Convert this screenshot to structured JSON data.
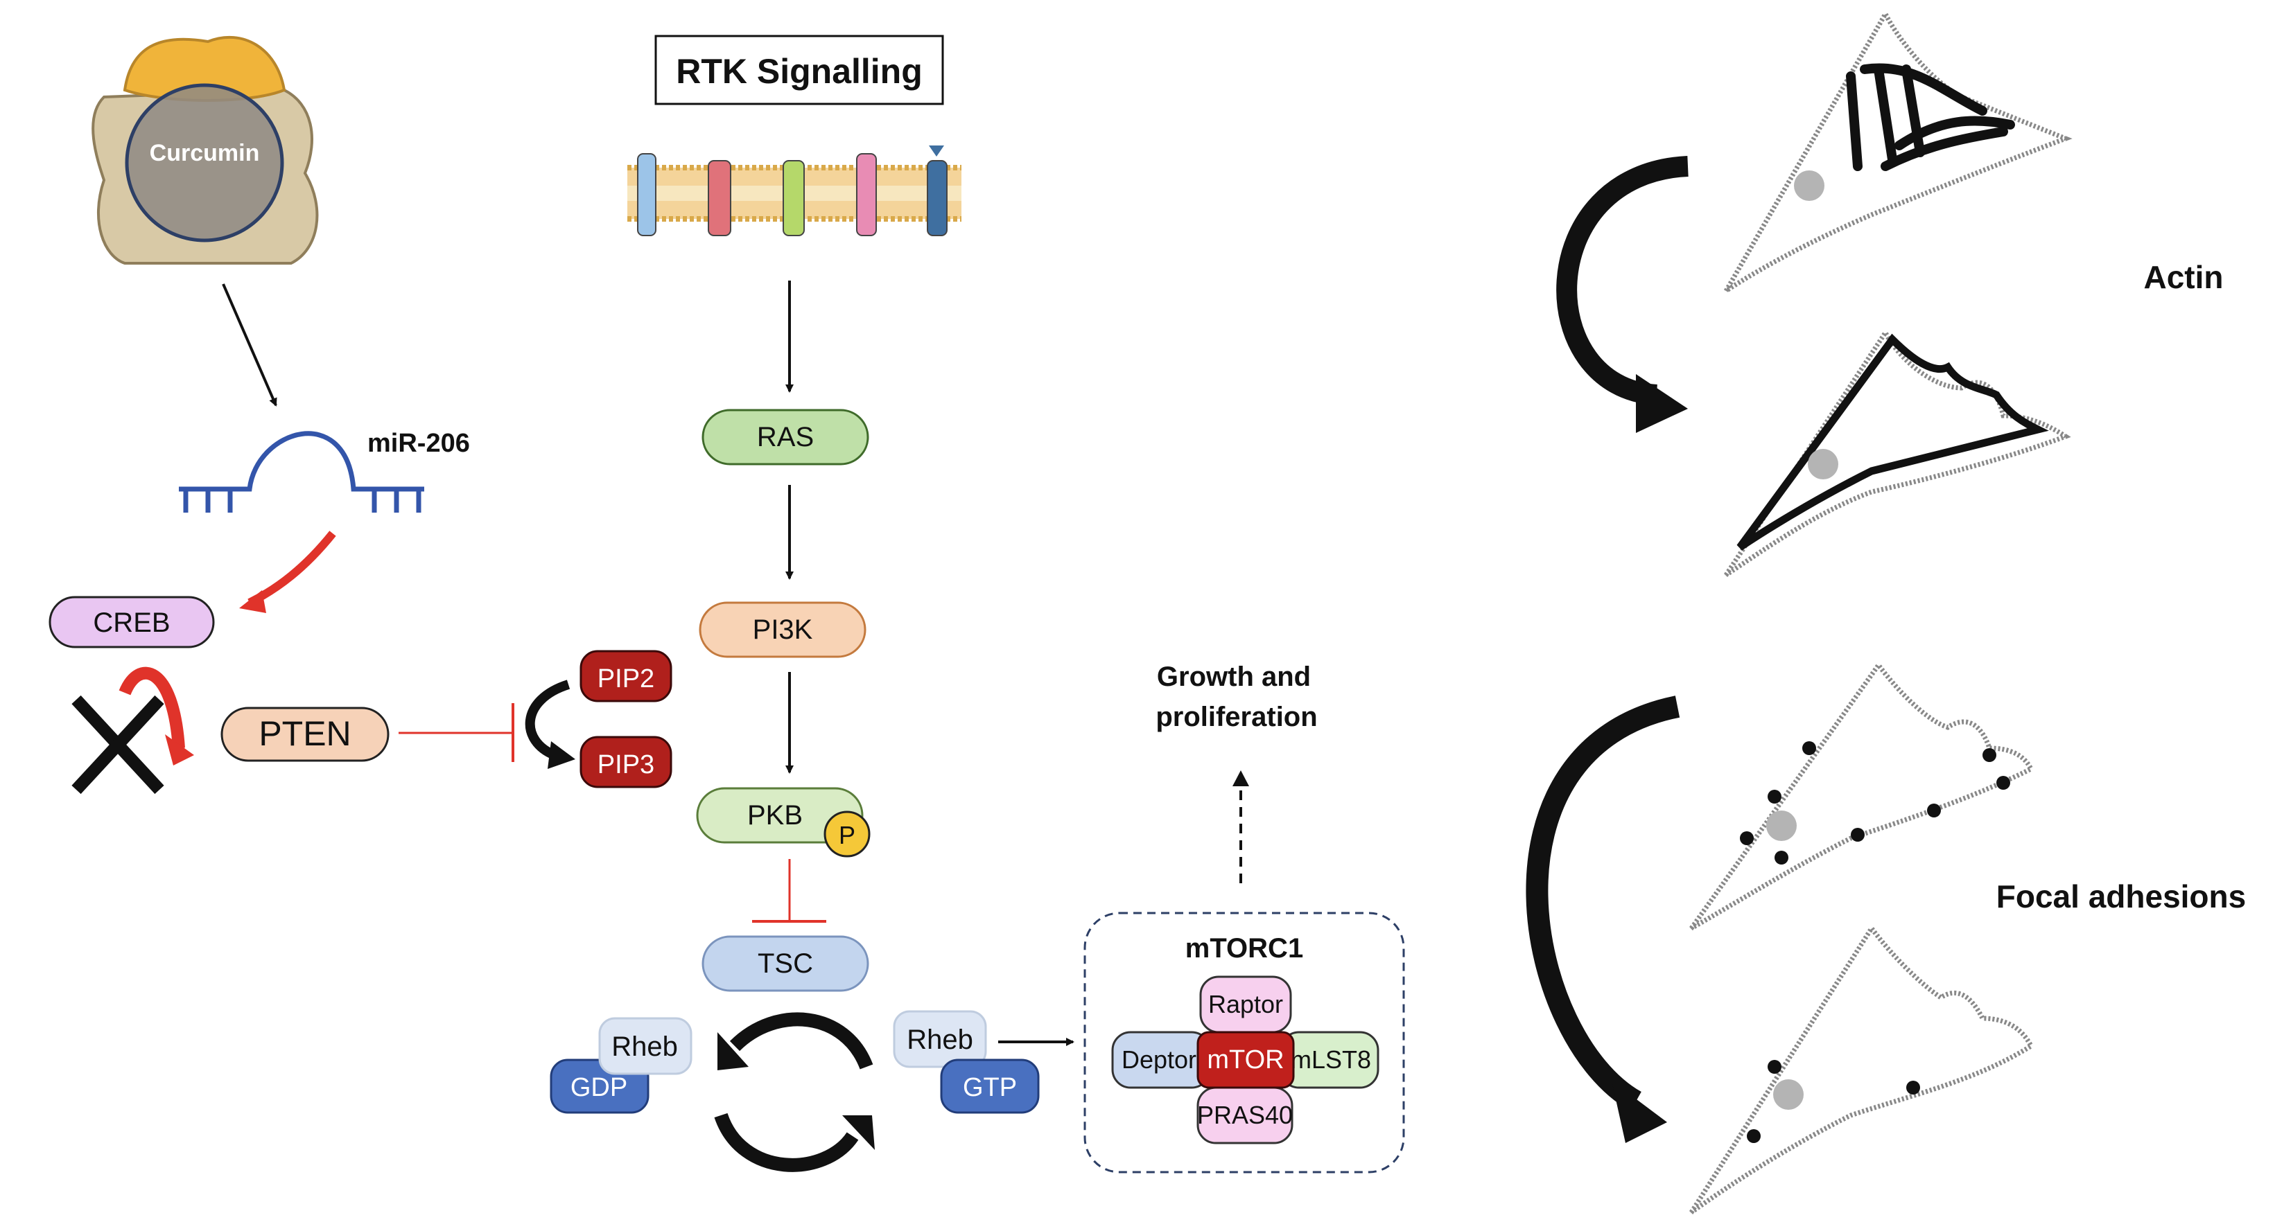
{
  "title": "RTK Signalling",
  "curcumin": "Curcumin",
  "mirna": "miR-206",
  "nodes": {
    "creb": "CREB",
    "pten": "PTEN",
    "pip2": "PIP2",
    "pip3": "PIP3",
    "ras": "RAS",
    "pi3k": "PI3K",
    "pkb": "PKB",
    "phospho": "P",
    "tsc": "TSC",
    "rheb_gdp_rheb": "Rheb",
    "gdp": "GDP",
    "rheb_gtp_rheb": "Rheb",
    "gtp": "GTP"
  },
  "growth": {
    "line1": "Growth and",
    "line2": "proliferation"
  },
  "mtorc1": {
    "title": "mTORC1",
    "raptor": "Raptor",
    "deptor": "Deptor",
    "mtor": "mTOR",
    "mlst8": "mLST8",
    "pras40": "PRAS40"
  },
  "cells": {
    "actin": "Actin",
    "focal": "Focal adhesions"
  },
  "colors": {
    "creb": "#e9c6f2",
    "pten": "#f6d2b8",
    "pip": "#b0201c",
    "ras": "#bfe0a8",
    "pi3k": "#f8d3b5",
    "pkb": "#d9ecc5",
    "phospho": "#f5c838",
    "tsc": "#c3d5ee",
    "rheb": "#dde6f4",
    "gdp": "#4970c0",
    "raptor": "#f7d0ee",
    "deptor": "#c9d8ef",
    "mtor": "#c0201c",
    "mlst8": "#d8efcc",
    "inhibit": "#e0332a"
  }
}
